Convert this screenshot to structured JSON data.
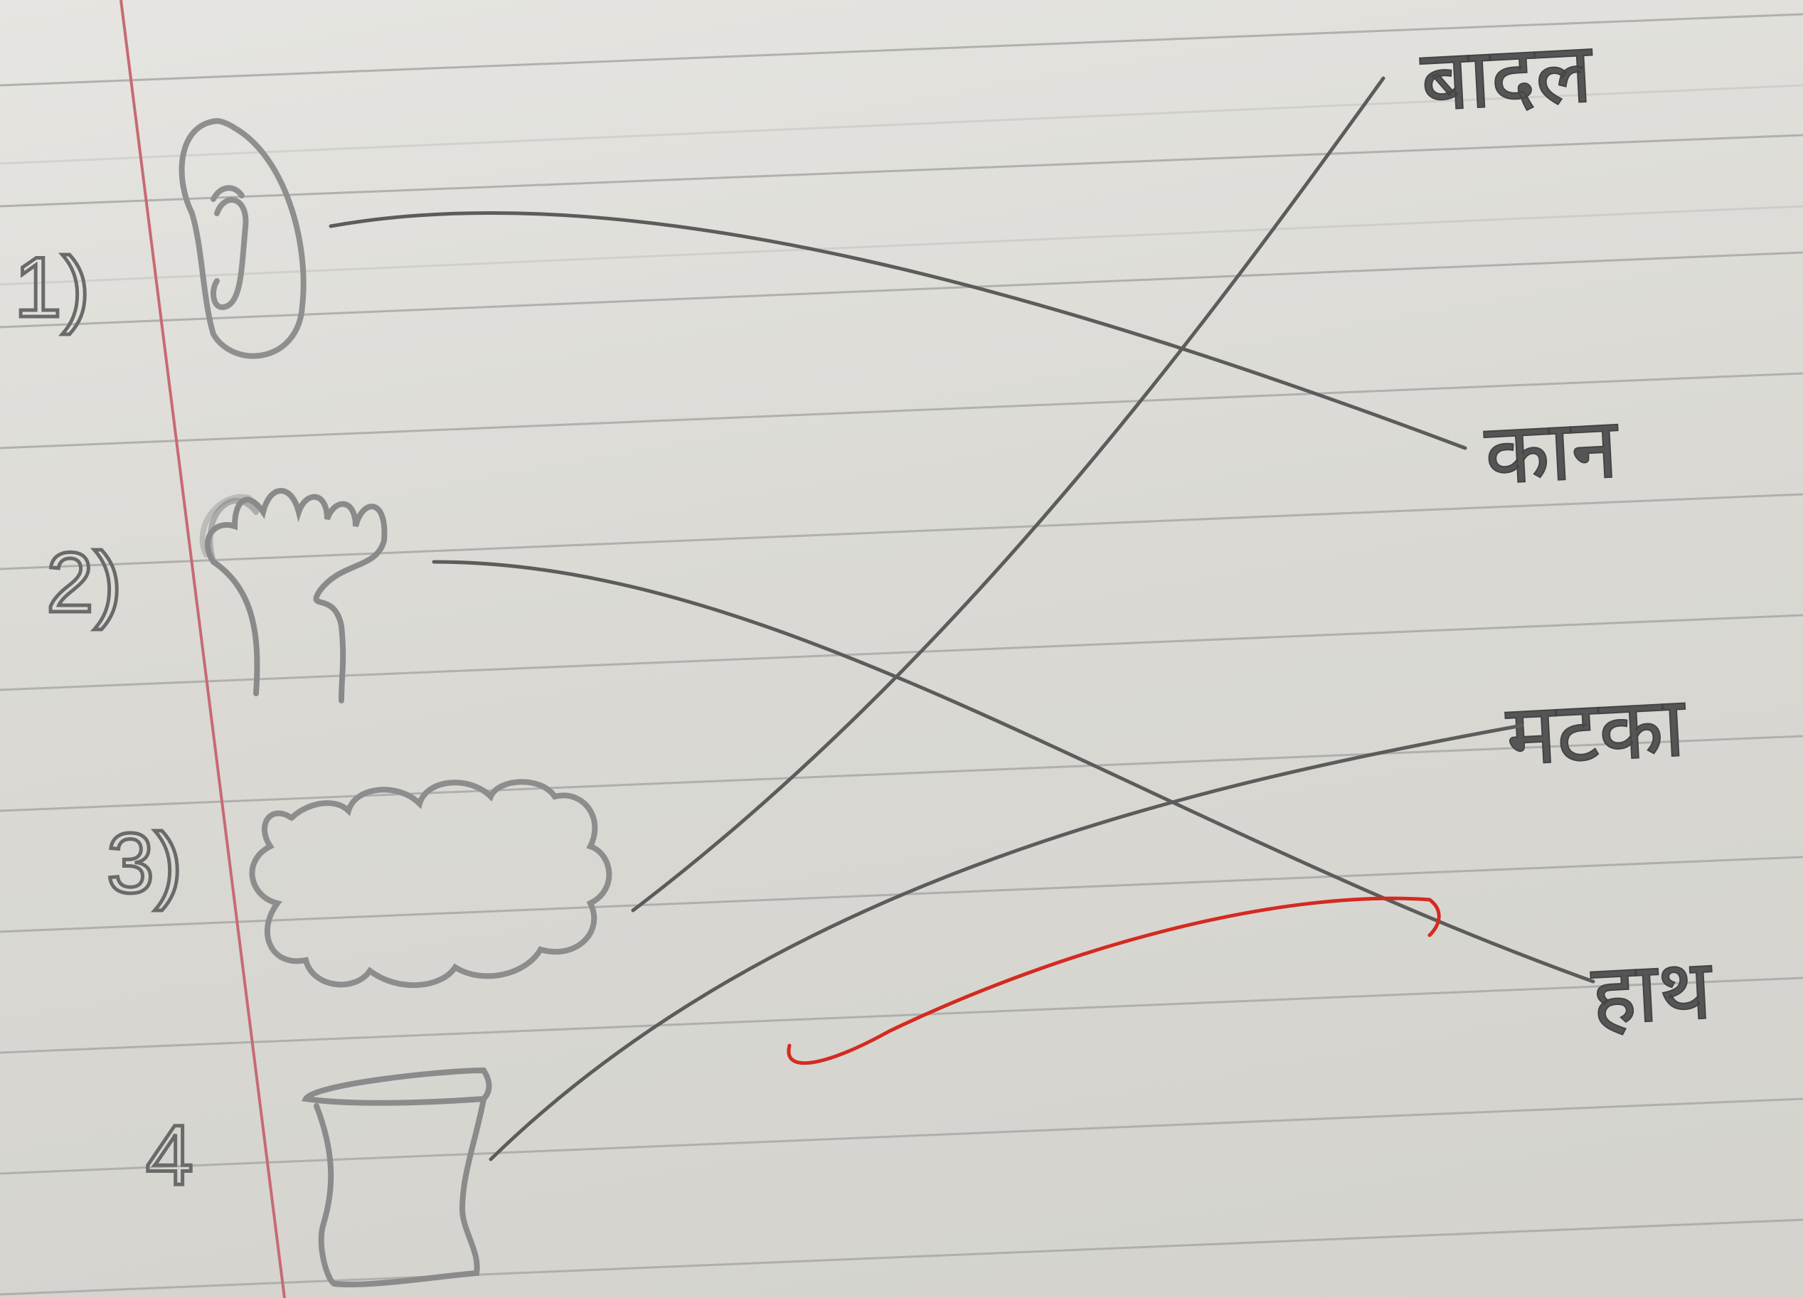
{
  "worksheet": {
    "items": [
      {
        "number": "1)",
        "picture": "ear-drawing",
        "matched_word": "कान"
      },
      {
        "number": "2)",
        "picture": "hand-drawing",
        "matched_word": "हाथ"
      },
      {
        "number": "3)",
        "picture": "cloud-drawing",
        "matched_word": "बादल"
      },
      {
        "number": "4",
        "picture": "pot-drawing",
        "matched_word": "मटका"
      }
    ],
    "words": [
      "बादल",
      "कान",
      "मटका",
      "हाथ"
    ],
    "colors": {
      "paper": "#e2e1dd",
      "rule_line": "#a9a9a9",
      "margin_line": "#c76a73",
      "pencil": "#5b5b5b",
      "teacher_pen": "#d42a20"
    }
  }
}
